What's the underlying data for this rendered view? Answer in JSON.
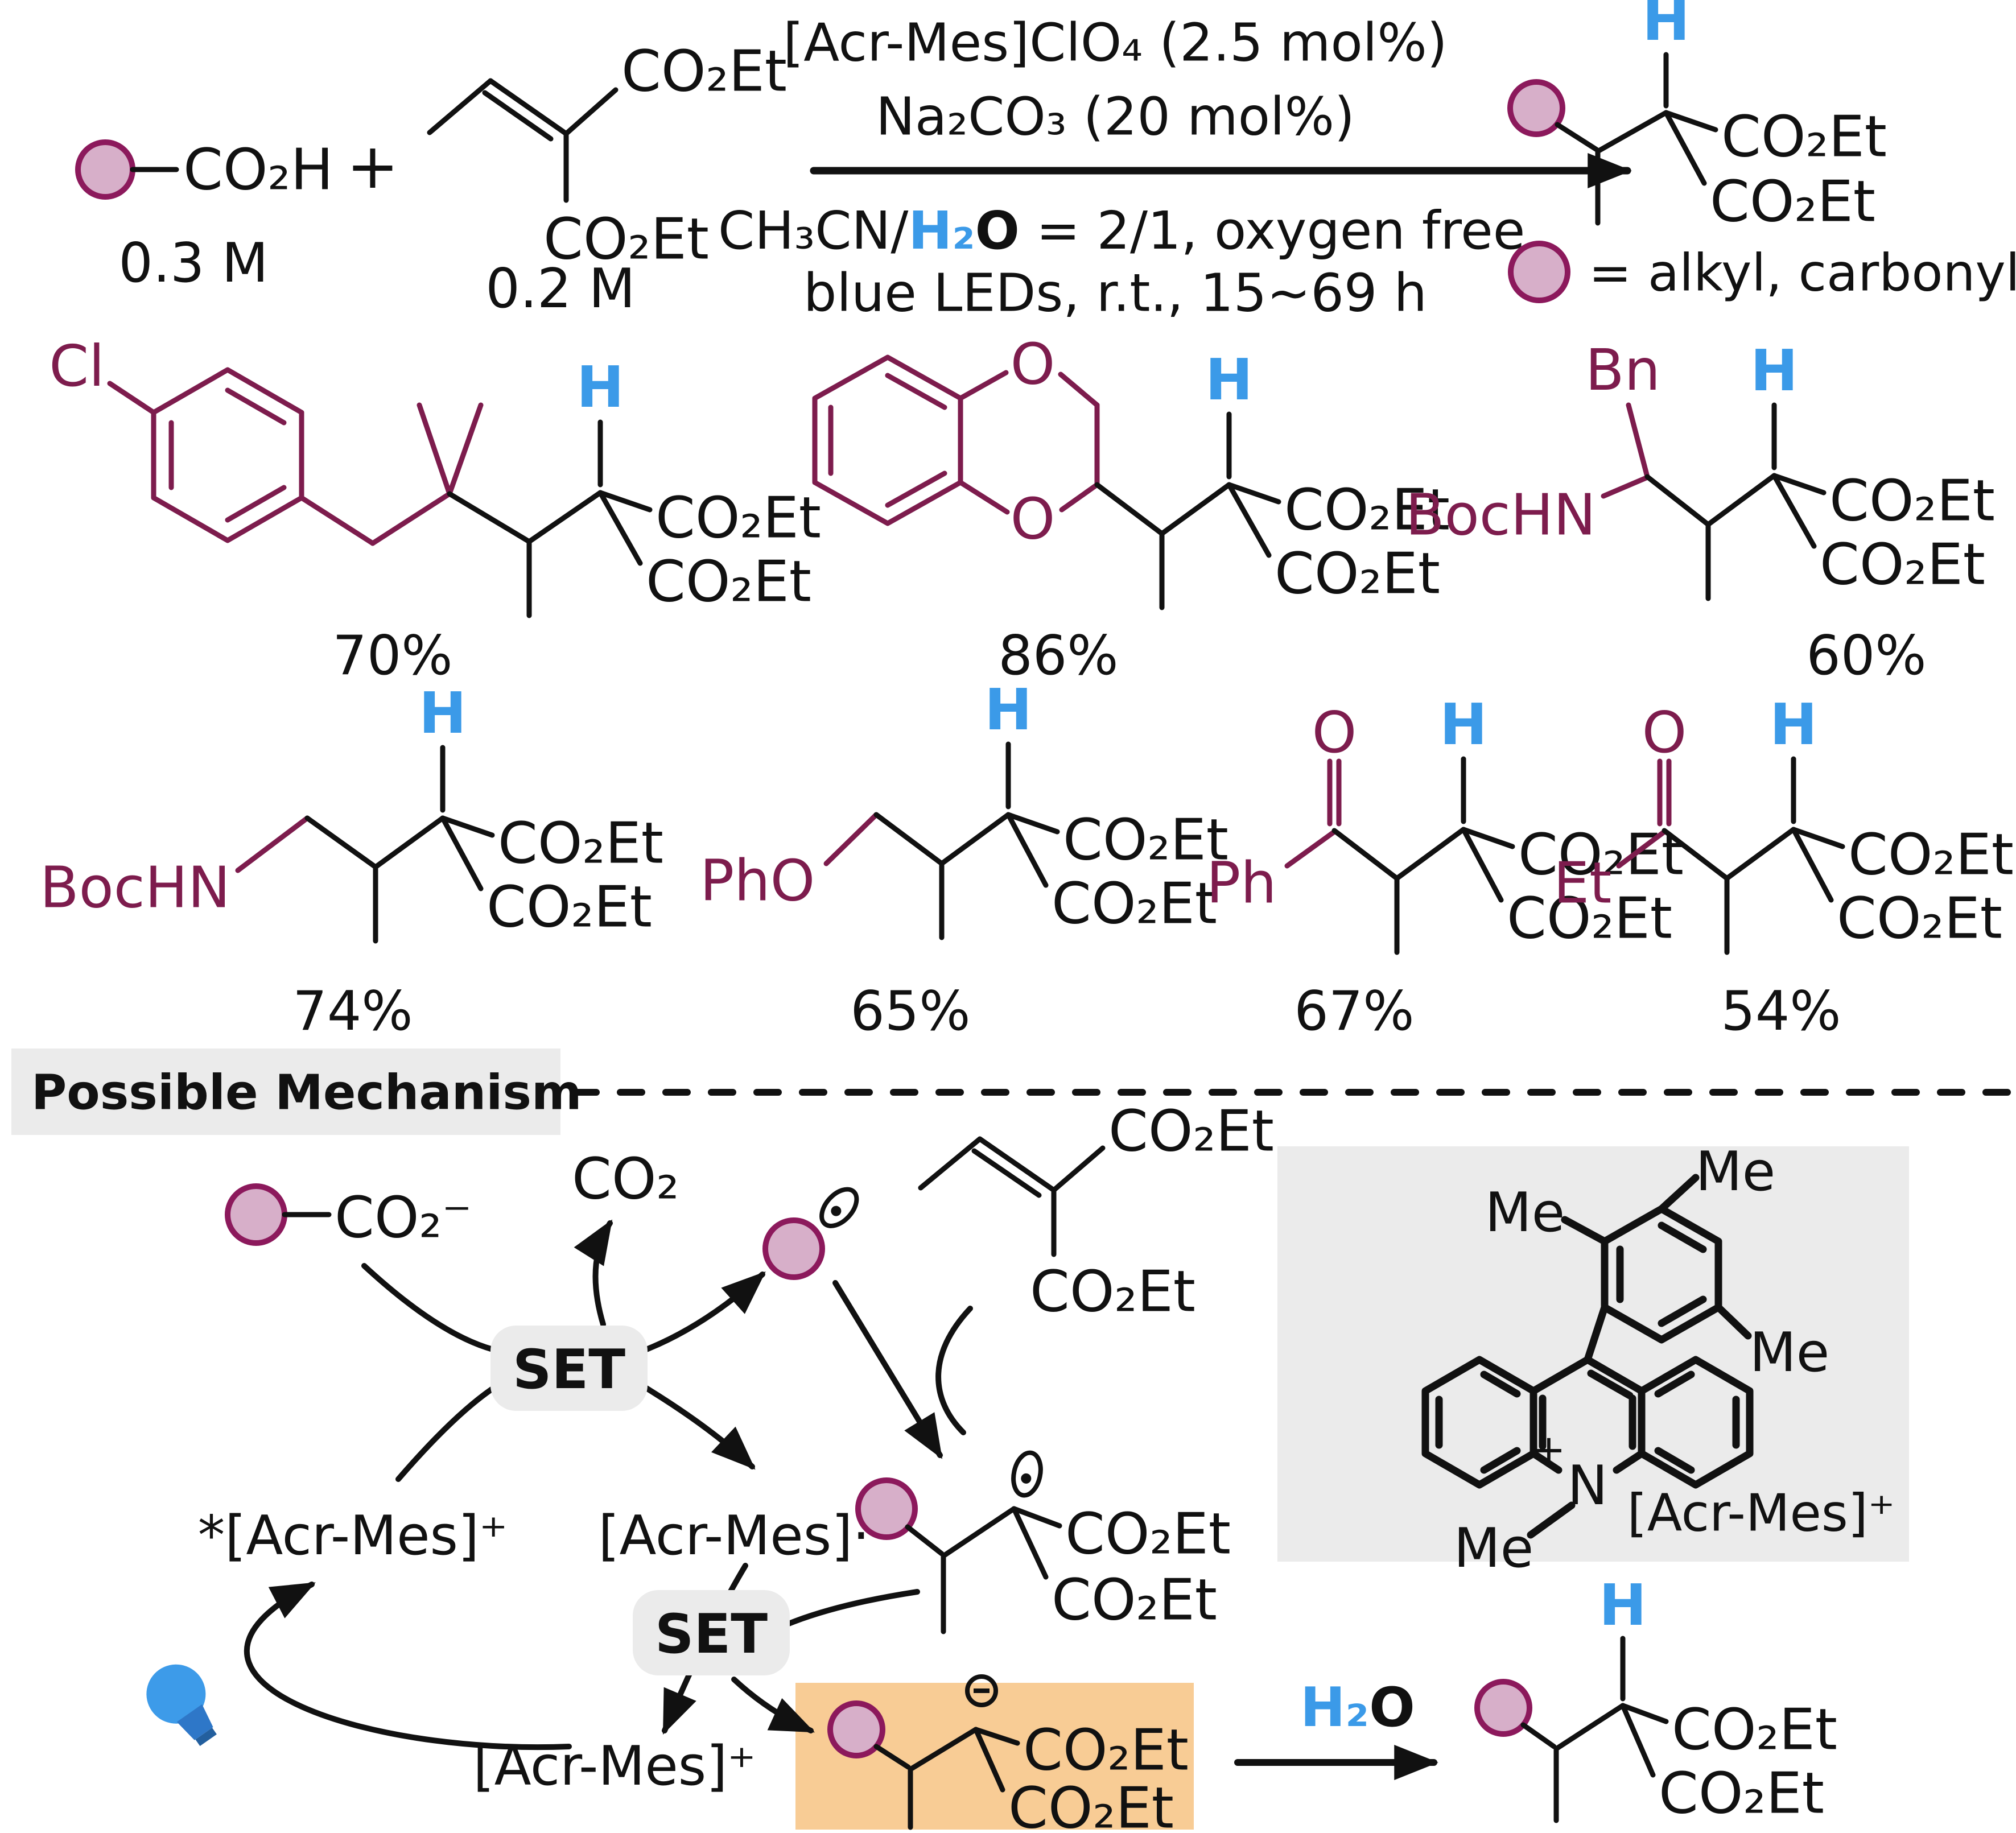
{
  "colors": {
    "maroon": "#7D1C4D",
    "blue": "#3B9AE8",
    "black": "#111111",
    "circle_fill": "#D7AFC9",
    "circle_stroke": "#8C195C",
    "gray_box": "#EBEBEB",
    "orange_box": "#F8CC95"
  },
  "header": {
    "acid_formula": "CO₂H",
    "acid_concentration": "0.3 M",
    "plus": "+",
    "alkene_ester_top": "CO₂Et",
    "alkene_ester_bottom": "CO₂Et",
    "alkene_concentration": "0.2 M",
    "conditions": {
      "catalyst": "[Acr-Mes]ClO₄ (2.5 mol%)",
      "base": "Na₂CO₃ (20 mol%)",
      "solvent_prefix": "CH₃CN/",
      "solvent_h2": "H₂",
      "solvent_o": "O",
      "solvent_suffix": " = 2/1, oxygen free",
      "light_conditions": "blue LEDs, r.t., 15~69 h"
    },
    "product_h": "H",
    "product_ester_top": "CO₂Et",
    "product_ester_bottom": "CO₂Et",
    "legend": "= alkyl, carbonyl"
  },
  "products": [
    {
      "name": "4-chlorophenyl gem-dimethyl adduct",
      "cl": "Cl",
      "h": "H",
      "ester_top": "CO₂Et",
      "ester_bottom": "CO₂Et",
      "yield": "70%"
    },
    {
      "name": "benzodioxane adduct",
      "o_top": "O",
      "o_bottom": "O",
      "h": "H",
      "ester_top": "CO₂Et",
      "ester_bottom": "CO₂Et",
      "yield": "86%"
    },
    {
      "name": "Boc-amino benzyl adduct",
      "bochn": "BocHN",
      "bn": "Bn",
      "h": "H",
      "ester_top": "CO₂Et",
      "ester_bottom": "CO₂Et",
      "yield": "60%"
    },
    {
      "name": "Boc-aminomethyl adduct",
      "bochn": "BocHN",
      "h": "H",
      "ester_top": "CO₂Et",
      "ester_bottom": "CO₂Et",
      "yield": "74%"
    },
    {
      "name": "phenoxymethyl adduct",
      "pho": "PhO",
      "h": "H",
      "ester_top": "CO₂Et",
      "ester_bottom": "CO₂Et",
      "yield": "65%"
    },
    {
      "name": "phenyl ketone adduct",
      "ph": "Ph",
      "o": "O",
      "h": "H",
      "ester_top": "CO₂Et",
      "ester_bottom": "CO₂Et",
      "yield": "67%"
    },
    {
      "name": "ethyl ketone adduct",
      "et": "Et",
      "o": "O",
      "h": "H",
      "ester_top": "CO₂Et",
      "ester_bottom": "CO₂Et",
      "yield": "54%"
    }
  ],
  "mechanism": {
    "header": "Possible Mechanism",
    "carboxylate": "CO₂⁻",
    "co2": "CO₂",
    "set1": "SET",
    "set2": "SET",
    "excited_catalyst": "*[Acr-Mes]⁺",
    "reduced_catalyst": "[Acr-Mes]·",
    "ground_catalyst": "[Acr-Mes]⁺",
    "alkene_ester_top": "CO₂Et",
    "alkene_ester_bottom": "CO₂Et",
    "adduct_ester_top": "CO₂Et",
    "adduct_ester_bottom": "CO₂Et",
    "carbanion_ester_top": "CO₂Et",
    "carbanion_ester_bottom": "CO₂Et",
    "h2o_h2": "H₂",
    "h2o_o": "O",
    "final_h": "H",
    "final_ester_top": "CO₂Et",
    "final_ester_bottom": "CO₂Et",
    "catalyst_box": {
      "label": "[Acr-Mes]⁺",
      "me_n": "Me",
      "me_ortho_left": "Me",
      "me_para": "Me",
      "me_ortho_right": "Me",
      "n": "N",
      "plus": "+"
    }
  }
}
